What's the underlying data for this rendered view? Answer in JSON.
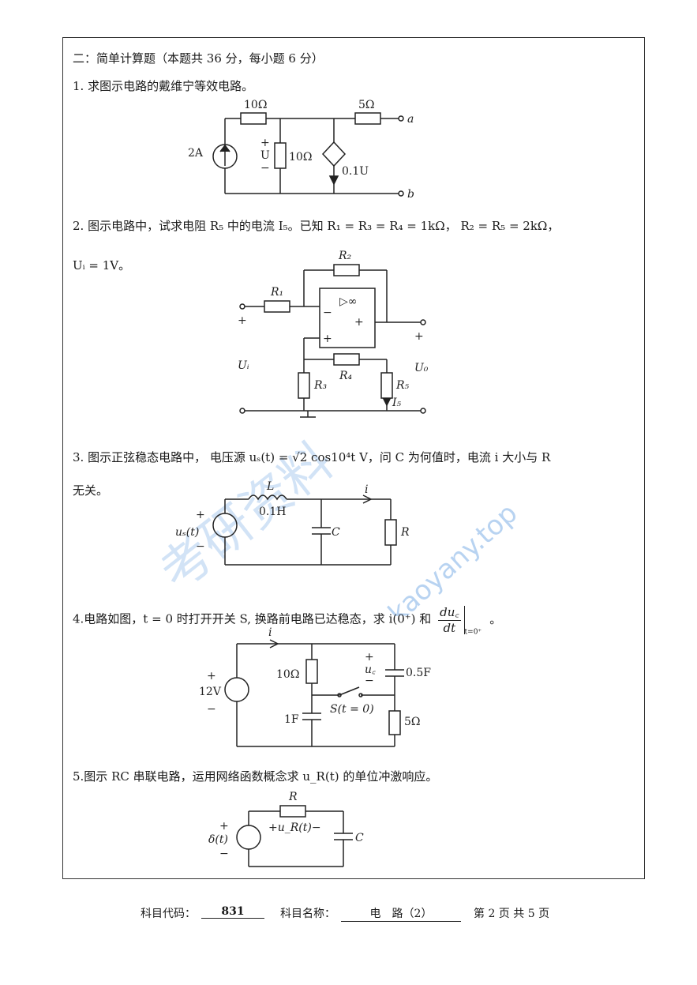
{
  "section_title": "二：简单计算题（本题共 36 分，每小题 6 分）",
  "questions": [
    {
      "text": "1. 求图示电路的戴维宁等效电路。",
      "labels": {
        "r1": "10Ω",
        "r2": "5Ω",
        "r3": "10Ω",
        "src": "2A",
        "u_plus": "+",
        "u": "U",
        "u_minus": "−",
        "dep": "0.1U",
        "a": "a",
        "b": "b"
      }
    },
    {
      "text": "2. 图示电路中，试求电阻 R₅ 中的电流 I₅。已知 R₁ = R₃ = R₄ = 1kΩ， R₂ = R₅ = 2kΩ，",
      "text2": "Uᵢ = 1V。",
      "labels": {
        "r1": "R₁",
        "r2": "R₂",
        "r3": "R₃",
        "r4": "R₄",
        "r5": "R₅",
        "i5": "I₅",
        "ui": "Uᵢ",
        "uo": "U₀",
        "opamp": "▷∞",
        "minus": "−",
        "plus": "+"
      }
    },
    {
      "text": "3. 图示正弦稳态电路中，  电压源 uₛ(t) = √2 cos10⁴t  V，问 C 为何值时，电流 i 大小与 R",
      "text2": "无关。",
      "labels": {
        "L": "L",
        "Lval": "0.1H",
        "C": "C",
        "R": "R",
        "i": "i",
        "us": "uₛ(t)",
        "plus": "+",
        "minus": "−"
      }
    },
    {
      "text": "4.电路如图，t = 0 时打开开关 S, 换路前电路已达稳态，求 i(0⁺) 和",
      "frac_num": "du꜀",
      "frac_den": "dt",
      "frac_sub": "t=0⁺",
      "frac_end": "。",
      "labels": {
        "src": "12V",
        "plus": "+",
        "minus": "−",
        "i": "i",
        "r10": "10Ω",
        "c1": "1F",
        "uc": "u꜀",
        "c05": "0.5F",
        "sw": "S(t = 0)",
        "r5": "5Ω",
        "ucp": "+",
        "ucm": "−"
      }
    },
    {
      "text": "5.图示 RC 串联电路，运用网络函数概念求 u_R(t) 的单位冲激响应。",
      "labels": {
        "R": "R",
        "C": "C",
        "src": "δ(t)",
        "ur": "+u_R(t)−",
        "plus": "+",
        "minus": "−"
      }
    }
  ],
  "footer": {
    "code_label": "科目代码：",
    "code_value": "831",
    "name_label": "科目名称：",
    "name_value": "电　路（2）",
    "page_text": "第 2 页 共 5 页"
  },
  "watermark": {
    "chars": "考研资料",
    "site": "kaoyany.top",
    "color": "#8ab6e6"
  }
}
